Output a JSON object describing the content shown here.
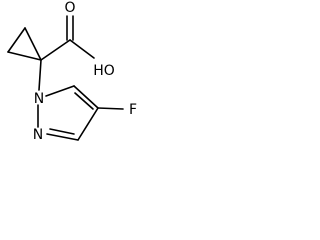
{
  "molecule": {
    "atoms": {
      "hydroxyl": "HO",
      "carbonyl_oxygen": "O",
      "pyrazole_n1": "N",
      "pyrazole_n2": "N",
      "fluorine": "F"
    },
    "colors": {
      "bond": "#000000",
      "label": "#000000",
      "background": "#ffffff"
    }
  }
}
